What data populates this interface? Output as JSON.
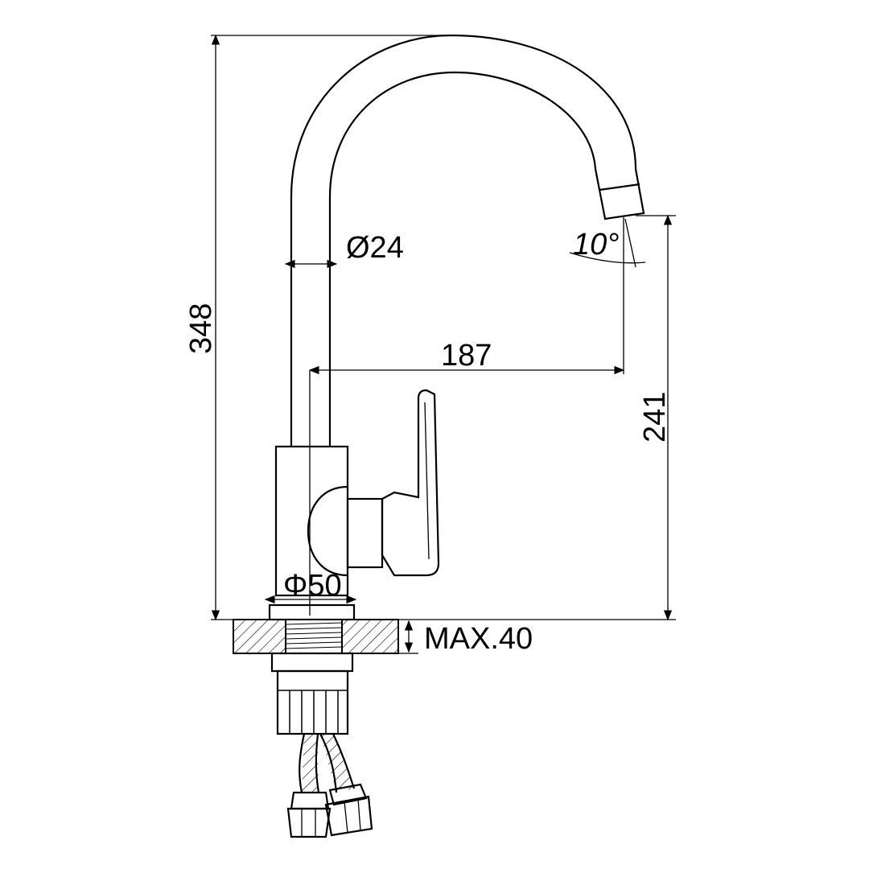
{
  "drawing": {
    "subject": "faucet",
    "dimensions": {
      "total_height": "348",
      "spout_height": "241",
      "spout_reach": "187",
      "pipe_diameter": "Ø24",
      "base_diameter": "Φ50",
      "spout_angle": "10°",
      "max_counter_thickness": "MAX.40"
    },
    "colors": {
      "line": "#000000",
      "background": "#ffffff"
    }
  }
}
